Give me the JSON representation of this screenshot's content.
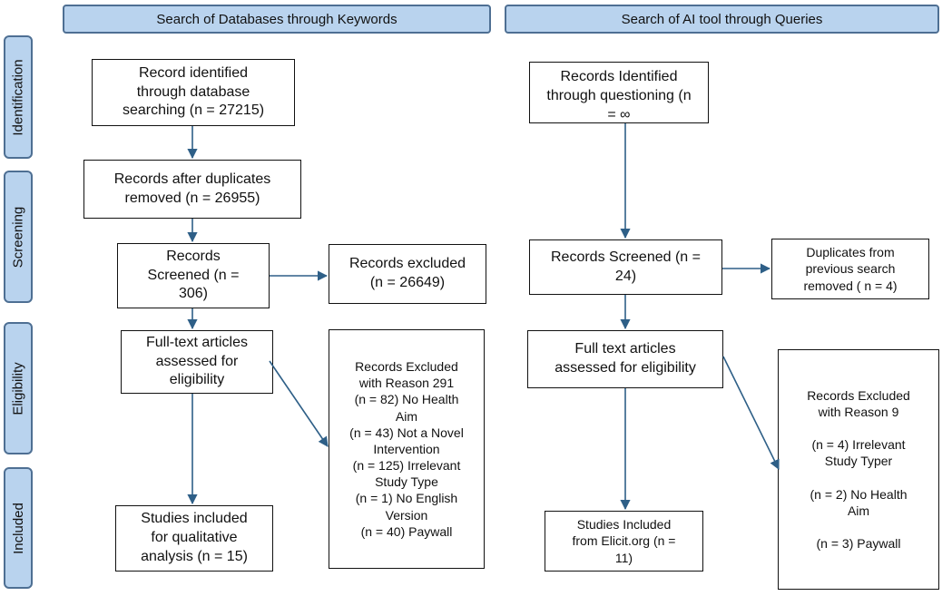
{
  "headers": {
    "databases": "Search of Databases through Keywords",
    "ai_tool": "Search of AI tool through Queries"
  },
  "phases": {
    "identification": "Identification",
    "screening": "Screening",
    "eligibility": "Eligibility",
    "included": "Included"
  },
  "left": {
    "identified": "Record identified\nthrough database\nsearching (n = 27215)",
    "duplicates_removed": "Records after duplicates\nremoved (n = 26955)",
    "screened": "Records\nScreened (n =\n306)",
    "excluded": "Records excluded\n(n = 26649)",
    "fulltext": "Full-text articles\nassessed for\neligibility",
    "excluded_reasons": "Records Excluded\nwith Reason 291\n(n = 82) No Health\nAim\n(n = 43) Not a Novel\nIntervention\n(n = 125) Irrelevant\nStudy Type\n(n = 1) No English\nVersion\n(n = 40) Paywall",
    "included": "Studies included\nfor qualitative\nanalysis (n = 15)"
  },
  "right": {
    "identified": "Records Identified\nthrough questioning (n\n= ∞",
    "screened": "Records Screened (n =\n24)",
    "duplicates": "Duplicates from\nprevious search\nremoved ( n = 4)",
    "fulltext": "Full text articles\nassessed for eligibility",
    "excluded_reasons": "Records Excluded\nwith Reason 9\n\n(n = 4) Irrelevant\nStudy Typer\n\n(n = 2) No Health\nAim\n\n(n = 3) Paywall",
    "included": "Studies Included\nfrom Elicit.org (n =\n11)"
  },
  "colors": {
    "header_fill": "#b9d3ee",
    "header_border": "#4e6f93",
    "arrow": "#2e5f87"
  }
}
